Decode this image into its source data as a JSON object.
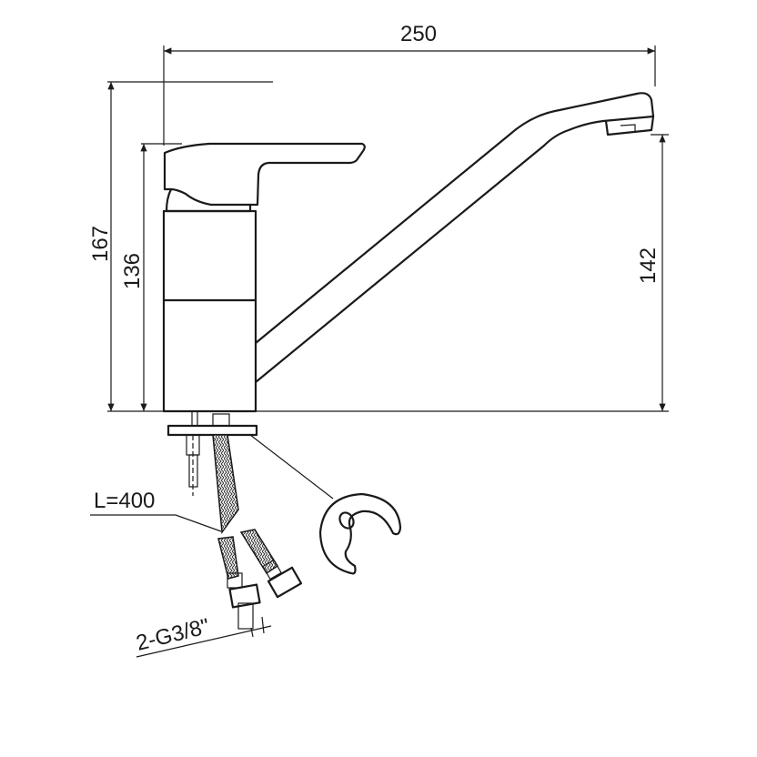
{
  "title": "Faucet dimension drawing",
  "dimensions": {
    "width_total": "250",
    "height_total": "167",
    "height_handle": "136",
    "height_spout": "142",
    "hose_length": "L=400",
    "connection": "2-G3/8\""
  },
  "colors": {
    "line": "#1a1a1a",
    "background": "#ffffff"
  }
}
